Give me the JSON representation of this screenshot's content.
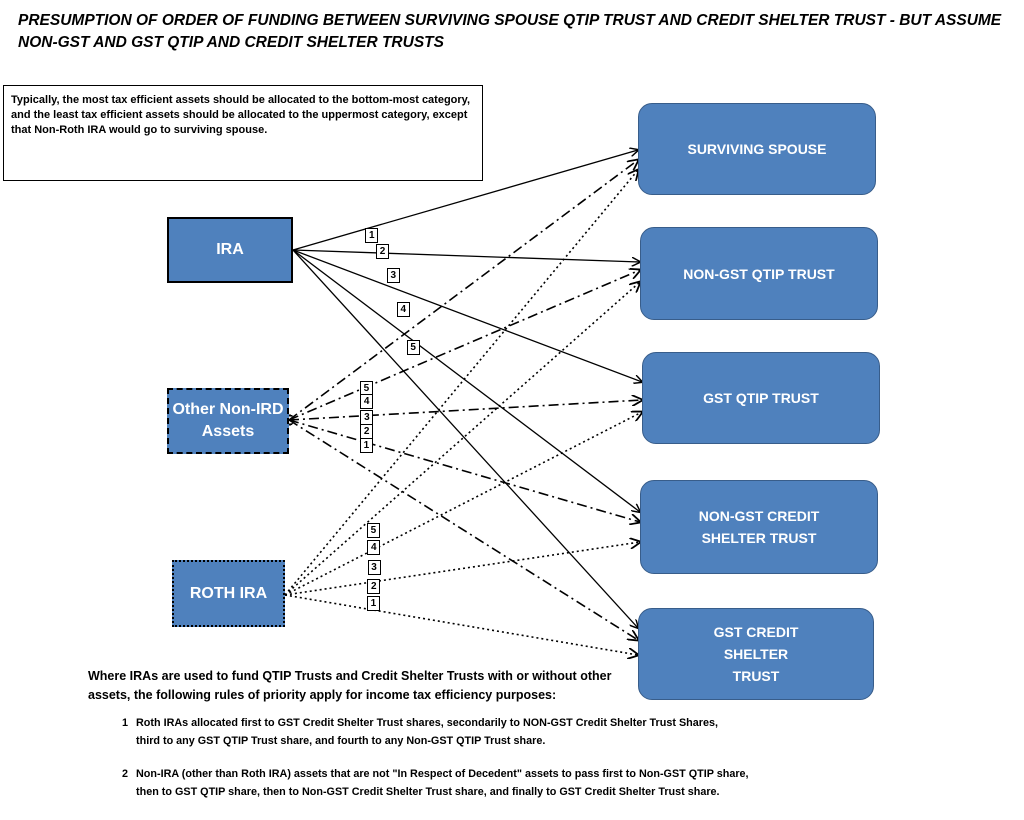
{
  "title": "PRESUMPTION OF ORDER OF FUNDING BETWEEN SURVIVING SPOUSE QTIP TRUST AND CREDIT SHELTER TRUST - BUT ASSUME NON-GST AND GST QTIP AND CREDIT SHELTER TRUSTS",
  "note": "Typically, the most tax efficient assets should be allocated to the bottom-most category, and the least tax efficient assets should be allocated to the uppermost category, except that Non-Roth IRA would go to surviving spouse.",
  "sources": {
    "ira": "IRA",
    "other": "Other Non-IRD  Assets",
    "roth": "ROTH IRA"
  },
  "destinations": {
    "spouse": "SURVIVING SPOUSE",
    "nongst_qtip": "NON-GST QTIP TRUST",
    "gst_qtip": "GST QTIP TRUST",
    "nongst_cs": "NON-GST CREDIT SHELTER TRUST",
    "gst_cs": "GST CREDIT SHELTER TRUST"
  },
  "edges": [
    {
      "from": "ira",
      "to": "spouse",
      "style": "solid",
      "label": "1"
    },
    {
      "from": "ira",
      "to": "nongst_qtip",
      "style": "solid",
      "label": "2"
    },
    {
      "from": "ira",
      "to": "gst_qtip",
      "style": "solid",
      "label": "3"
    },
    {
      "from": "ira",
      "to": "nongst_cs",
      "style": "solid",
      "label": "4"
    },
    {
      "from": "ira",
      "to": "gst_cs",
      "style": "solid",
      "label": "5"
    },
    {
      "from": "other",
      "to": "spouse",
      "style": "dashdot",
      "label": "5"
    },
    {
      "from": "other",
      "to": "nongst_qtip",
      "style": "dashdot",
      "label": "4"
    },
    {
      "from": "other",
      "to": "gst_qtip",
      "style": "dashdot",
      "label": "3"
    },
    {
      "from": "other",
      "to": "nongst_cs",
      "style": "dashdot",
      "label": "2"
    },
    {
      "from": "other",
      "to": "gst_cs",
      "style": "dashdot",
      "label": "1"
    },
    {
      "from": "roth",
      "to": "spouse",
      "style": "dotted",
      "label": "5"
    },
    {
      "from": "roth",
      "to": "nongst_qtip",
      "style": "dotted",
      "label": "4"
    },
    {
      "from": "roth",
      "to": "gst_qtip",
      "style": "dotted",
      "label": "3"
    },
    {
      "from": "roth",
      "to": "nongst_cs",
      "style": "dotted",
      "label": "2"
    },
    {
      "from": "roth",
      "to": "gst_cs",
      "style": "dotted",
      "label": "1"
    }
  ],
  "rules": {
    "intro": "Where IRAs are used to fund QTIP Trusts and Credit Shelter Trusts with or without other assets, the following rules of priority apply for income tax efficiency purposes:",
    "r1_num": "1",
    "r1_line1": "Roth IRAs allocated first to GST Credit Shelter Trust shares, secondarily to NON-GST Credit Shelter Trust Shares,",
    "r1_line2": "third to any GST QTIP Trust share, and fourth to any Non-GST QTIP Trust share.",
    "r2_num": "2",
    "r2_line1": "Non-IRA (other than Roth IRA) assets that are not \"In Respect of Decedent\" assets to pass first to Non-GST QTIP share,",
    "r2_line2": "then to GST QTIP share, then to Non-GST Credit Shelter Trust share, and finally to GST Credit Shelter Trust share."
  },
  "colors": {
    "node_fill": "#4f81bd",
    "node_border": "#385d8a",
    "line": "#000000"
  }
}
